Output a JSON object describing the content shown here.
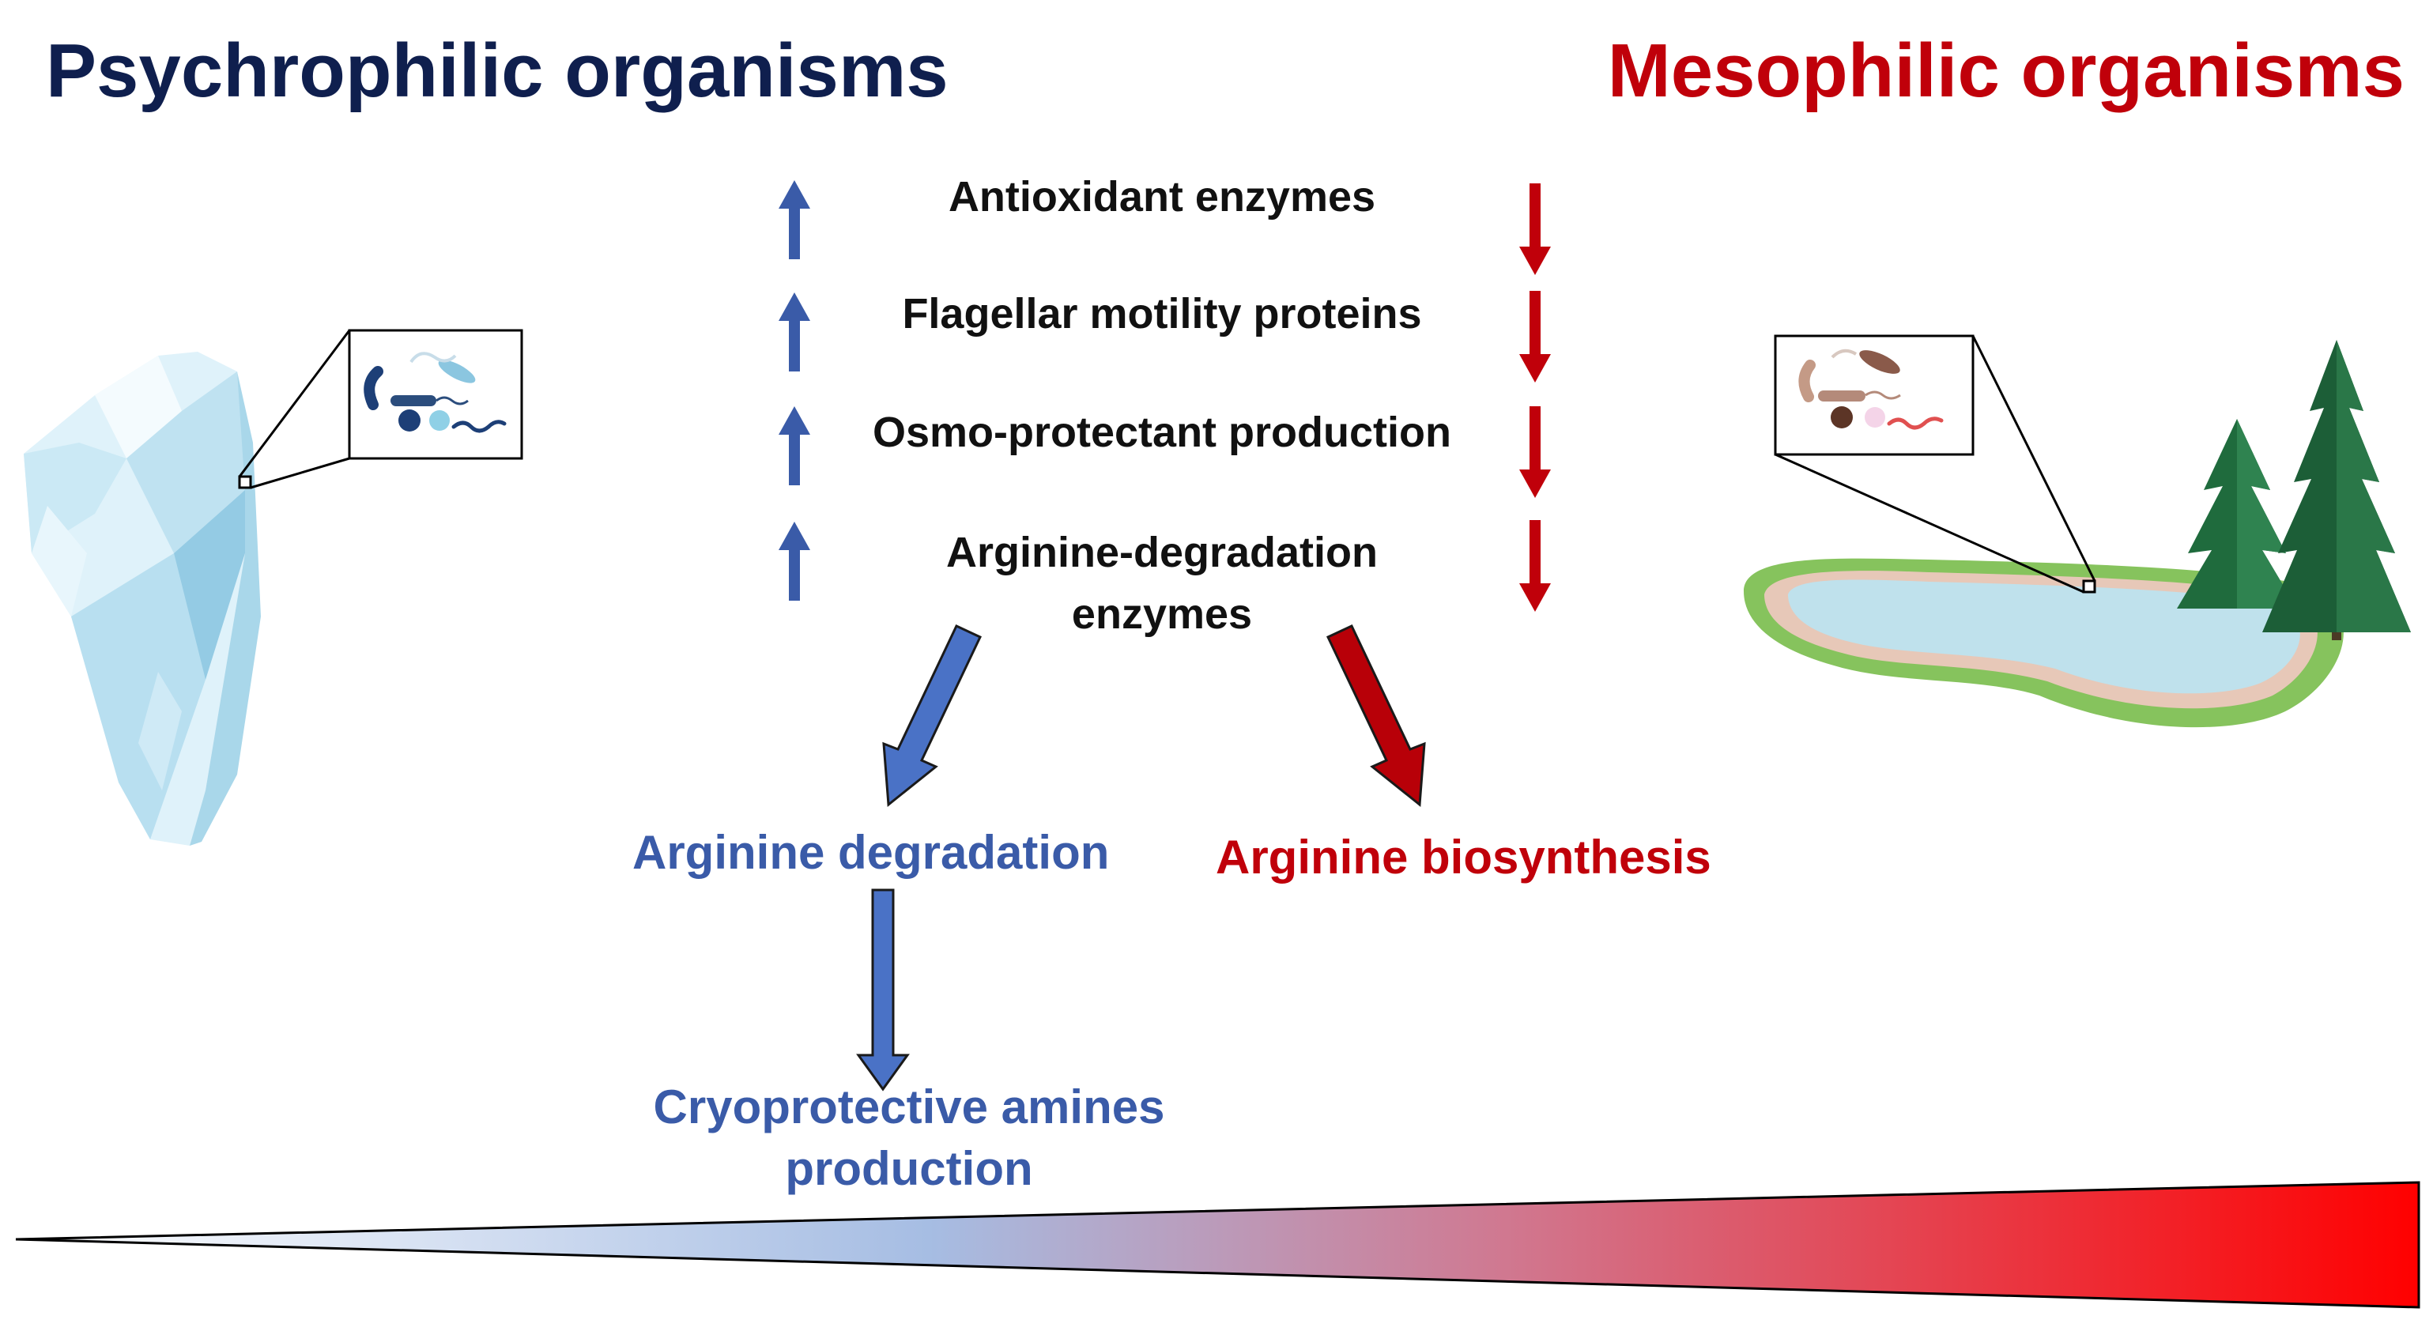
{
  "titles": {
    "psychrophilic": "Psychrophilic organisms",
    "mesophilic": "Mesophilic organisms"
  },
  "colors": {
    "psychro": "#0f1f4e",
    "meso": "#c0000a",
    "up_arrow": "#3a5ba8",
    "down_arrow": "#c0000a",
    "gradient_start": "#ffffff",
    "gradient_mid": "#a6bde3",
    "gradient_end": "#ff0000"
  },
  "effects": [
    {
      "label": "Antioxidant enzymes",
      "psychrophilic": "up",
      "mesophilic": "down"
    },
    {
      "label": "Flagellar motility proteins",
      "psychrophilic": "up",
      "mesophilic": "down"
    },
    {
      "label": "Osmo-protectant production",
      "psychrophilic": "up",
      "mesophilic": "down"
    },
    {
      "label": "Arginine-degradation enzymes",
      "psychrophilic": "up",
      "mesophilic": "down"
    }
  ],
  "pathways": {
    "psychrophilic": "Arginine degradation",
    "mesophilic": "Arginine biosynthesis",
    "downstream": "Cryoprotective amines production"
  },
  "icons": {
    "iceberg": "iceberg-illustration",
    "lake": "lake-with-trees-illustration",
    "psychro_microbes": "bacteria-blue-inset",
    "meso_microbes": "bacteria-brown-inset",
    "temperature_gradient": "temperature-gradient-wedge"
  }
}
